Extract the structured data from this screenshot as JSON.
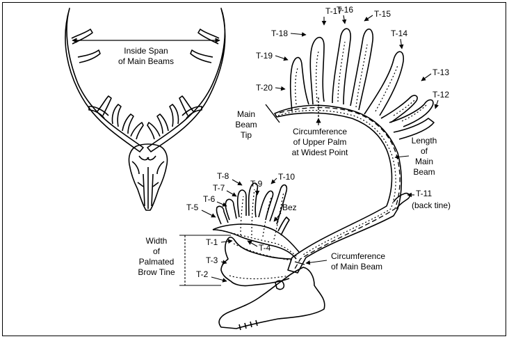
{
  "labels": {
    "inside_span_1": "Inside Span",
    "inside_span_2": "of Main Beams",
    "main_beam_tip_1": "Main",
    "main_beam_tip_2": "Beam",
    "main_beam_tip_3": "Tip",
    "upper_palm_1": "Circumference",
    "upper_palm_2": "of Upper Palm",
    "upper_palm_3": "at Widest Point",
    "length_1": "Length",
    "length_2": "of",
    "length_3": "Main",
    "length_4": "Beam",
    "back_tine": "(back tine)",
    "bez": "Bez",
    "width_1": "Width",
    "width_2": "of",
    "width_3": "Palmated",
    "width_4": "Brow Tine",
    "circ_main_1": "Circumference",
    "circ_main_2": "of Main Beam"
  },
  "tines": {
    "t1": "T-1",
    "t2": "T-2",
    "t3": "T-3",
    "t4": "T-4",
    "t5": "T-5",
    "t6": "T-6",
    "t7": "T-7",
    "t8": "T-8",
    "t9": "T-9",
    "t10": "T-10",
    "t11": "T-11",
    "t12": "T-12",
    "t13": "T-13",
    "t14": "T-14",
    "t15": "T-15",
    "t16": "T-16",
    "t17": "T-17",
    "t18": "T-18",
    "t19": "T-19",
    "t20": "T-20"
  }
}
